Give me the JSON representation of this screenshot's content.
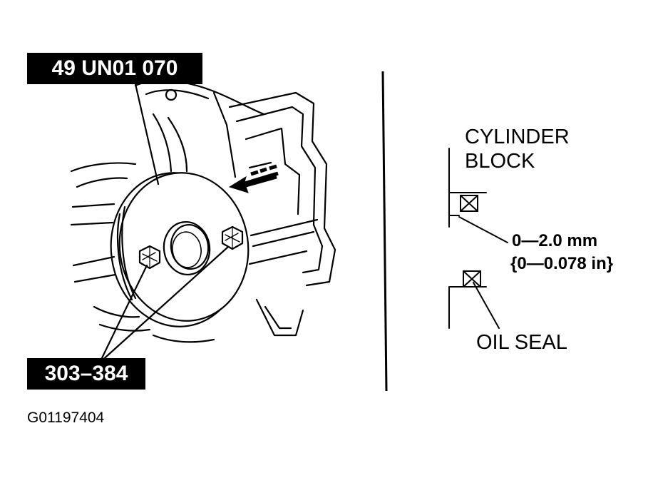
{
  "figure_id": "G01197404",
  "labels": {
    "tool_number": "49 UN01 070",
    "bolt_part": "303–384",
    "cylinder_block_line1": "CYLINDER",
    "cylinder_block_line2": "BLOCK",
    "depth_mm": "0—2.0 mm",
    "depth_in": "{0—0.078 in}",
    "oil_seal": "OIL SEAL"
  },
  "colors": {
    "ink": "#000000",
    "paper": "#ffffff"
  }
}
